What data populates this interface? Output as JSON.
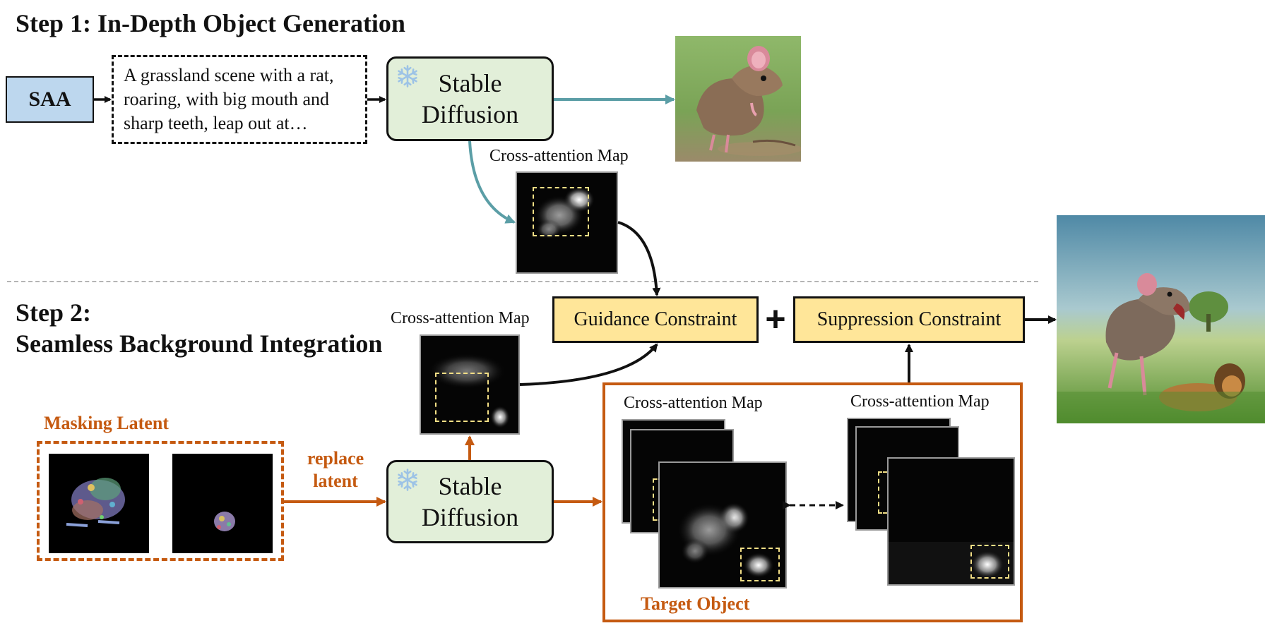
{
  "step1": {
    "title": "Step 1: In-Depth Object Generation"
  },
  "step2": {
    "title_line1": "Step 2:",
    "title_line2": "Seamless Background Integration"
  },
  "saa": {
    "label": "SAA"
  },
  "prompt": {
    "line1": "A grassland scene with a rat,",
    "line2": "roaring, with big mouth and",
    "line3": "sharp teeth, leap out at…"
  },
  "stable_diffusion": {
    "line1": "Stable",
    "line2": "Diffusion"
  },
  "cross_attention_label": "Cross-attention Map",
  "constraints": {
    "guidance": "Guidance Constraint",
    "plus": "+",
    "suppression": "Suppression Constraint"
  },
  "masking": {
    "label": "Masking Latent",
    "replace_line1": "replace",
    "replace_line2": "latent"
  },
  "target_object": "Target Object",
  "icons": {
    "snowflake": "snowflake-icon"
  },
  "colors": {
    "teal_arrow": "#5b9ea6",
    "orange": "#c55a11",
    "saa_fill": "#bdd7ee",
    "sd_fill": "#e2efd9",
    "constraint_fill": "#ffe699",
    "highlight_box": "#f3df86"
  }
}
